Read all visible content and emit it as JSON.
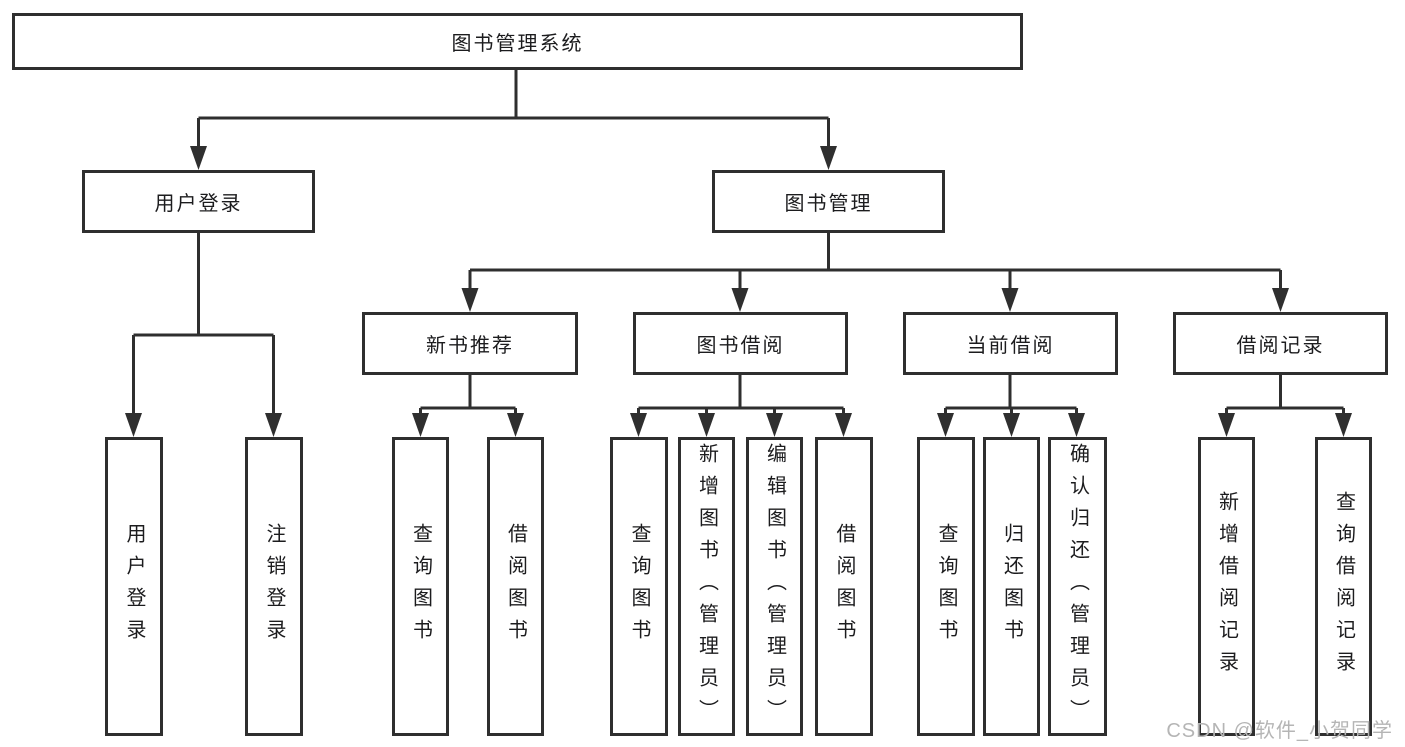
{
  "diagram": {
    "root_label": "图书管理系统",
    "branches": [
      {
        "label": "用户登录",
        "children": [
          "用户登录",
          "注销登录"
        ]
      },
      {
        "label": "图书管理",
        "children": [
          {
            "label": "新书推荐",
            "children": [
              "查询图书",
              "借阅图书"
            ]
          },
          {
            "label": "图书借阅",
            "children": [
              "查询图书",
              "新增图书（管理员）",
              "编辑图书（管理员）",
              "借阅图书"
            ]
          },
          {
            "label": "当前借阅",
            "children": [
              "查询图书",
              "归还图书",
              "确认归还（管理员）"
            ]
          },
          {
            "label": "借阅记录",
            "children": [
              "新增借阅记录",
              "查询借阅记录"
            ]
          }
        ]
      }
    ],
    "watermark": "CSDN @软件_小贺同学"
  },
  "colors": {
    "line": "#2f2f2f",
    "text": "#1c1c1e",
    "watermark": "#b5b5b5",
    "background": "#ffffff"
  }
}
